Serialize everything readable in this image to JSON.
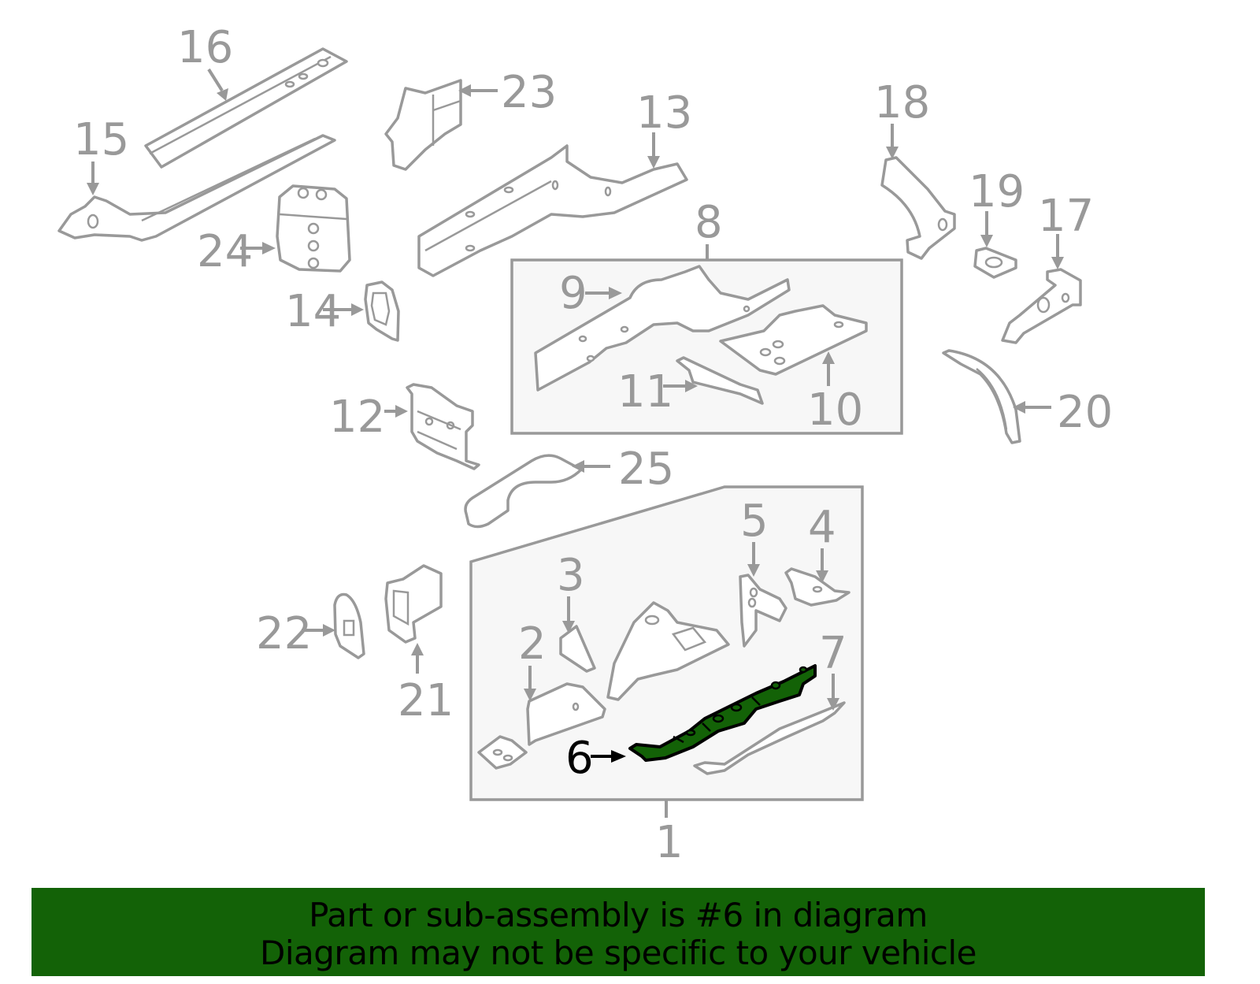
{
  "diagram": {
    "title": "Front structural components parts diagram",
    "highlighted_part": "6",
    "colors": {
      "line_gray": "#999999",
      "group_box_fill": "#f7f7f7",
      "highlight_green": "#136207",
      "highlight_outline": "#000000"
    },
    "callouts": [
      {
        "id": "1",
        "label": "1"
      },
      {
        "id": "2",
        "label": "2"
      },
      {
        "id": "3",
        "label": "3"
      },
      {
        "id": "4",
        "label": "4"
      },
      {
        "id": "5",
        "label": "5"
      },
      {
        "id": "6",
        "label": "6"
      },
      {
        "id": "7",
        "label": "7"
      },
      {
        "id": "8",
        "label": "8"
      },
      {
        "id": "9",
        "label": "9"
      },
      {
        "id": "10",
        "label": "10"
      },
      {
        "id": "11",
        "label": "11"
      },
      {
        "id": "12",
        "label": "12"
      },
      {
        "id": "13",
        "label": "13"
      },
      {
        "id": "14",
        "label": "14"
      },
      {
        "id": "15",
        "label": "15"
      },
      {
        "id": "16",
        "label": "16"
      },
      {
        "id": "17",
        "label": "17"
      },
      {
        "id": "18",
        "label": "18"
      },
      {
        "id": "19",
        "label": "19"
      },
      {
        "id": "20",
        "label": "20"
      },
      {
        "id": "21",
        "label": "21"
      },
      {
        "id": "22",
        "label": "22"
      },
      {
        "id": "23",
        "label": "23"
      },
      {
        "id": "24",
        "label": "24"
      },
      {
        "id": "25",
        "label": "25"
      }
    ],
    "groups": [
      {
        "id": "1",
        "contains": [
          "2",
          "3",
          "4",
          "5",
          "6",
          "7"
        ]
      },
      {
        "id": "8",
        "contains": [
          "9",
          "10",
          "11"
        ]
      }
    ]
  },
  "banner": {
    "line1": "Part or sub-assembly is #6 in diagram",
    "line2": "Diagram may not be specific to your vehicle",
    "background": "#136207"
  }
}
